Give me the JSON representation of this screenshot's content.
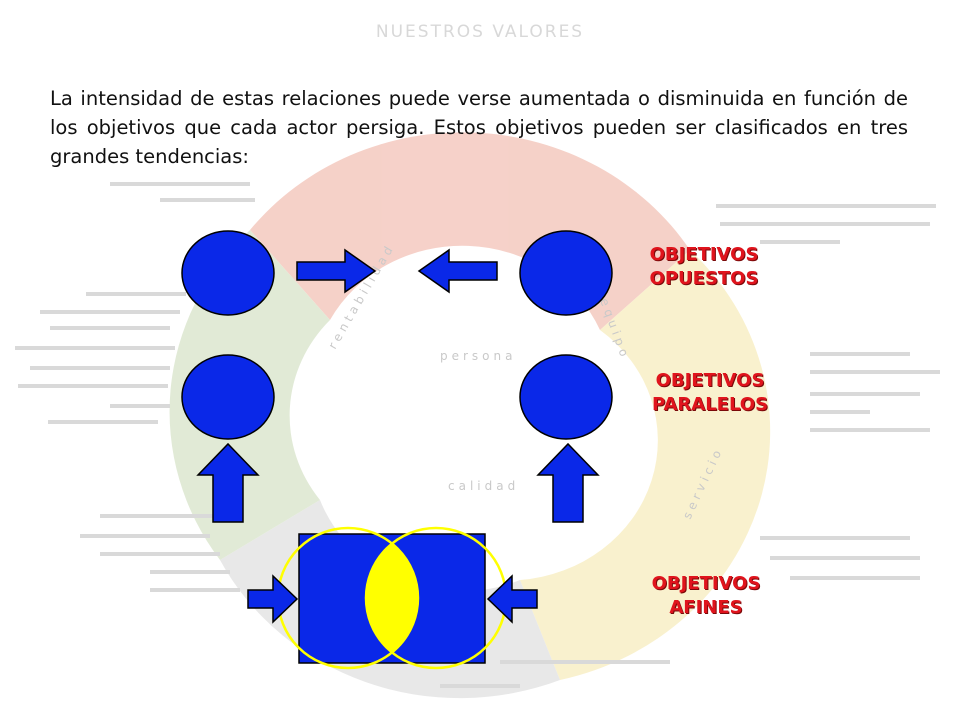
{
  "header": {
    "watermark_title": "NUESTROS VALORES"
  },
  "intro_text": "La intensidad de estas relaciones puede verse aumentada o disminuida en función de los objetivos que cada actor persiga. Estos objetivos pueden ser clasificados en tres grandes tendencias:",
  "labels": {
    "opuestos": [
      "OBJETIVOS",
      "OPUESTOS"
    ],
    "paralelos": [
      "OBJETIVOS",
      "PARALELOS"
    ],
    "afines": [
      "OBJETIVOS",
      "AFINES"
    ]
  },
  "watermark_words": [
    "persona",
    "calidad",
    "rentabilidad",
    "equipo",
    "servicio"
  ],
  "colors": {
    "shape_blue": "#0a28e8",
    "label_red": "#e0141d",
    "overlap_yellow": "#ffff00",
    "ring_red": "#f4c9bf",
    "ring_yellow": "#f8efc6",
    "ring_green": "#dce7d0",
    "ring_gray": "#dedede"
  },
  "icons": [
    "arrow-right-icon",
    "arrow-left-icon",
    "arrow-up-icon"
  ]
}
